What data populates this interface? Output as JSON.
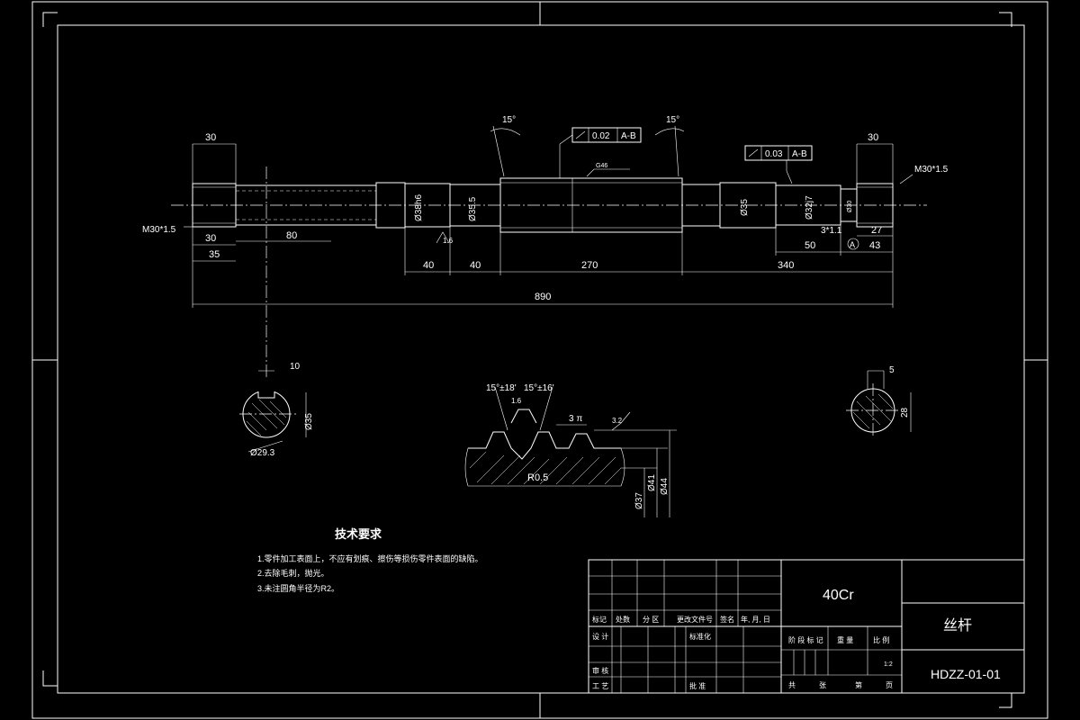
{
  "dims": {
    "left_len_top": "30",
    "right_len_top": "30",
    "thread_left": "M30*1.5",
    "thread_right": "M30*1.5",
    "left_30_bottom": "30",
    "left_35": "35",
    "len_80": "80",
    "len_40_a": "40",
    "len_40_b": "40",
    "len_270": "270",
    "len_340": "340",
    "len_50": "50",
    "len_43": "43",
    "len_27": "27",
    "total_890": "890",
    "dia_38h6": "Ø38h6",
    "dia_35_5": "Ø35.5",
    "dia_35": "Ø35",
    "dia_32j7": "Ø32j7",
    "dia_small": "Ø30",
    "groove": "3*1.1",
    "roughness": "1.6",
    "angle_left": "15°",
    "angle_right": "15°",
    "g46": "G46",
    "runout1_value": "0.02",
    "runout1_datum": "A-B",
    "runout2_value": "0.03",
    "runout2_datum": "A-B",
    "datum_a": "A",
    "sec1_key_width": "10",
    "sec1_dia": "Ø35",
    "sec1_inner": "Ø29.3",
    "thread_angle_left": "15°±18'",
    "thread_angle_right": "15°±16'",
    "thread_roughness": "1.6",
    "thread_pitch": "3 π",
    "thread_roughness2": "3.2",
    "thread_radius": "R0.5",
    "thread_dia_root": "Ø37",
    "thread_dia_pitch": "Ø41",
    "thread_dia_outer": "Ø44",
    "sec2_key_width": "5",
    "sec2_depth": "28"
  },
  "tech_requirements": {
    "title": "技术要求",
    "items": [
      "1.零件加工表面上，不应有划痕、擦伤等损伤零件表面的缺陷。",
      "2.去除毛刺，抛光。",
      "3.未注圆角半径为R2。"
    ]
  },
  "title_block": {
    "material": "40Cr",
    "part_name": "丝杆",
    "drawing_no": "HDZZ-01-01",
    "headers": [
      "标记",
      "处数",
      "分 区",
      "更改文件号",
      "签名",
      "年, 月, 日"
    ],
    "roles": [
      "设 计",
      "审 核",
      "工 艺"
    ],
    "standardize": "标准化",
    "approve": "批 准",
    "stage_headers": [
      "阶 段 标 记",
      "重 量",
      "比 例"
    ],
    "scale": "1:2",
    "sheet_info": [
      "共",
      "张",
      "第",
      "页"
    ]
  }
}
